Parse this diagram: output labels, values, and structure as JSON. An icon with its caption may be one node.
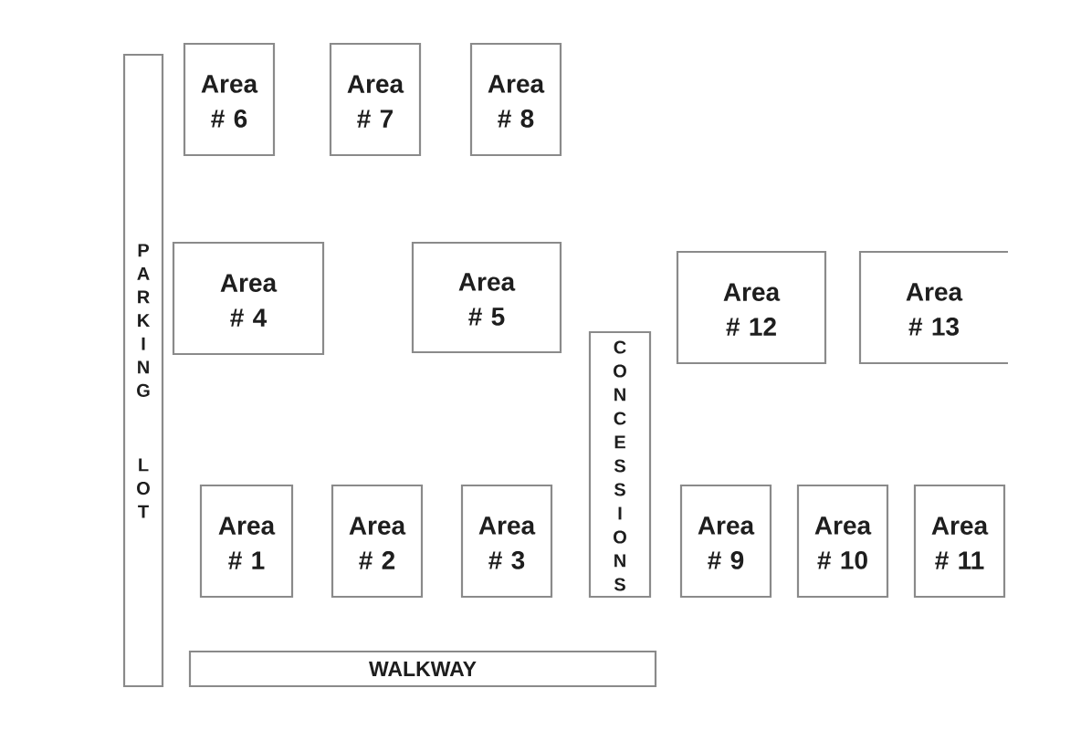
{
  "diagram": {
    "nodes": [
      {
        "text": [
          "PARKING LOT"
        ]
      },
      {
        "text": [
          "Area # 6"
        ]
      },
      {
        "text": [
          "Area # 7"
        ]
      },
      {
        "text": [
          "Area # 8"
        ]
      },
      {
        "text": [
          "Area # 4"
        ]
      },
      {
        "text": [
          "Area # 5"
        ]
      },
      {
        "text": [
          "Area # 12"
        ]
      },
      {
        "text": [
          "Area # 13"
        ]
      },
      {
        "text": [
          "CONCESSIONS"
        ]
      },
      {
        "text": [
          "Area # 1"
        ]
      },
      {
        "text": [
          "Area # 2"
        ]
      },
      {
        "text": [
          "Area # 3"
        ]
      },
      {
        "text": [
          "Area # 9"
        ]
      },
      {
        "text": [
          "Area # 10"
        ]
      },
      {
        "text": [
          "Area # 11"
        ]
      },
      {
        "text": [
          "WALKWAY"
        ]
      }
    ]
  }
}
